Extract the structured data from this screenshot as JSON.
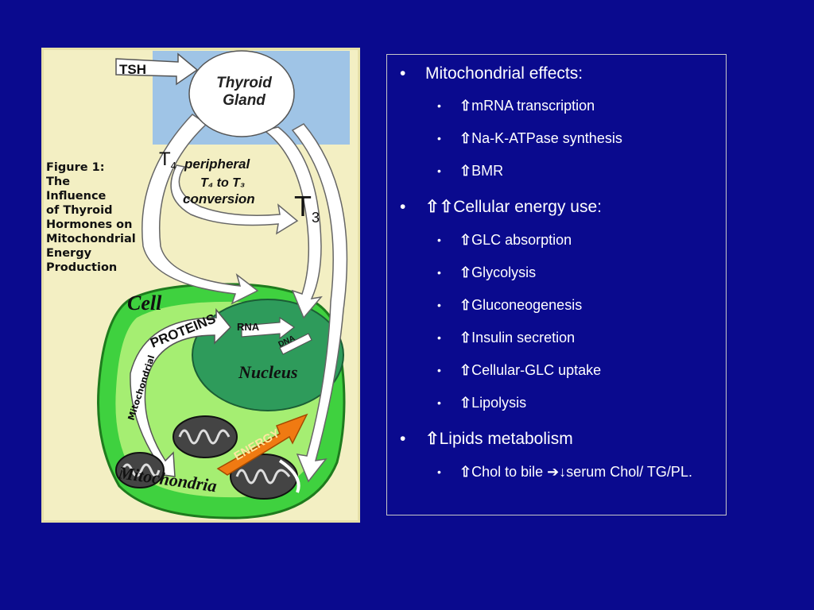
{
  "slide": {
    "background": "#0A0A8E",
    "figure": {
      "tsh": "TSH",
      "gland": [
        "Thyroid",
        "Gland"
      ],
      "t4": "T",
      "t4_sub": "4",
      "peripheral": "peripheral",
      "t4_to_t3": "T₄ to T₃",
      "conversion": "conversion",
      "t3": "T",
      "t3_sub": "3",
      "caption": [
        "Figure 1:",
        "The",
        "Influence",
        "of Thyroid",
        "Hormones on",
        "Mitochondrial",
        "Energy",
        "Production"
      ],
      "cell": "Cell",
      "mito_curved": "Mitochondrial",
      "proteins": "PROTEINS",
      "rna": "RNA",
      "dna": "DNA",
      "nucleus": "Nucleus",
      "energy": "ENERGY",
      "mitochondria": "Mitochondria",
      "colors": {
        "bg": "#F3EFC3",
        "panel": "#9FC4E6",
        "cell": "#3FD13F",
        "cell_light": "#B7F37B",
        "nucleus": "#2E9B5B",
        "energy": "#F07A12"
      }
    },
    "bullets": [
      {
        "level": 1,
        "up": 0,
        "text": "Mitochondrial effects:"
      },
      {
        "level": 2,
        "up": 1,
        "text": "mRNA transcription"
      },
      {
        "level": 2,
        "up": 1,
        "text": "Na-K-ATPase synthesis"
      },
      {
        "level": 2,
        "up": 1,
        "text": "BMR"
      },
      {
        "level": 1,
        "up": 2,
        "text": "Cellular energy use:"
      },
      {
        "level": 2,
        "up": 1,
        "text": "GLC absorption"
      },
      {
        "level": 2,
        "up": 1,
        "text": "Glycolysis"
      },
      {
        "level": 2,
        "up": 1,
        "text": "Gluconeogenesis"
      },
      {
        "level": 2,
        "up": 1,
        "text": "Insulin secretion"
      },
      {
        "level": 2,
        "up": 1,
        "text": "Cellular-GLC uptake"
      },
      {
        "level": 2,
        "up": 1,
        "text": "Lipolysis"
      },
      {
        "level": 1,
        "up": 1,
        "text": "Lipids metabolism"
      },
      {
        "level": 2,
        "up": 1,
        "text": "Chol to bile ➔↓serum Chol/ TG/PL."
      }
    ],
    "bullet_char": "•",
    "up_char": "⇧"
  }
}
